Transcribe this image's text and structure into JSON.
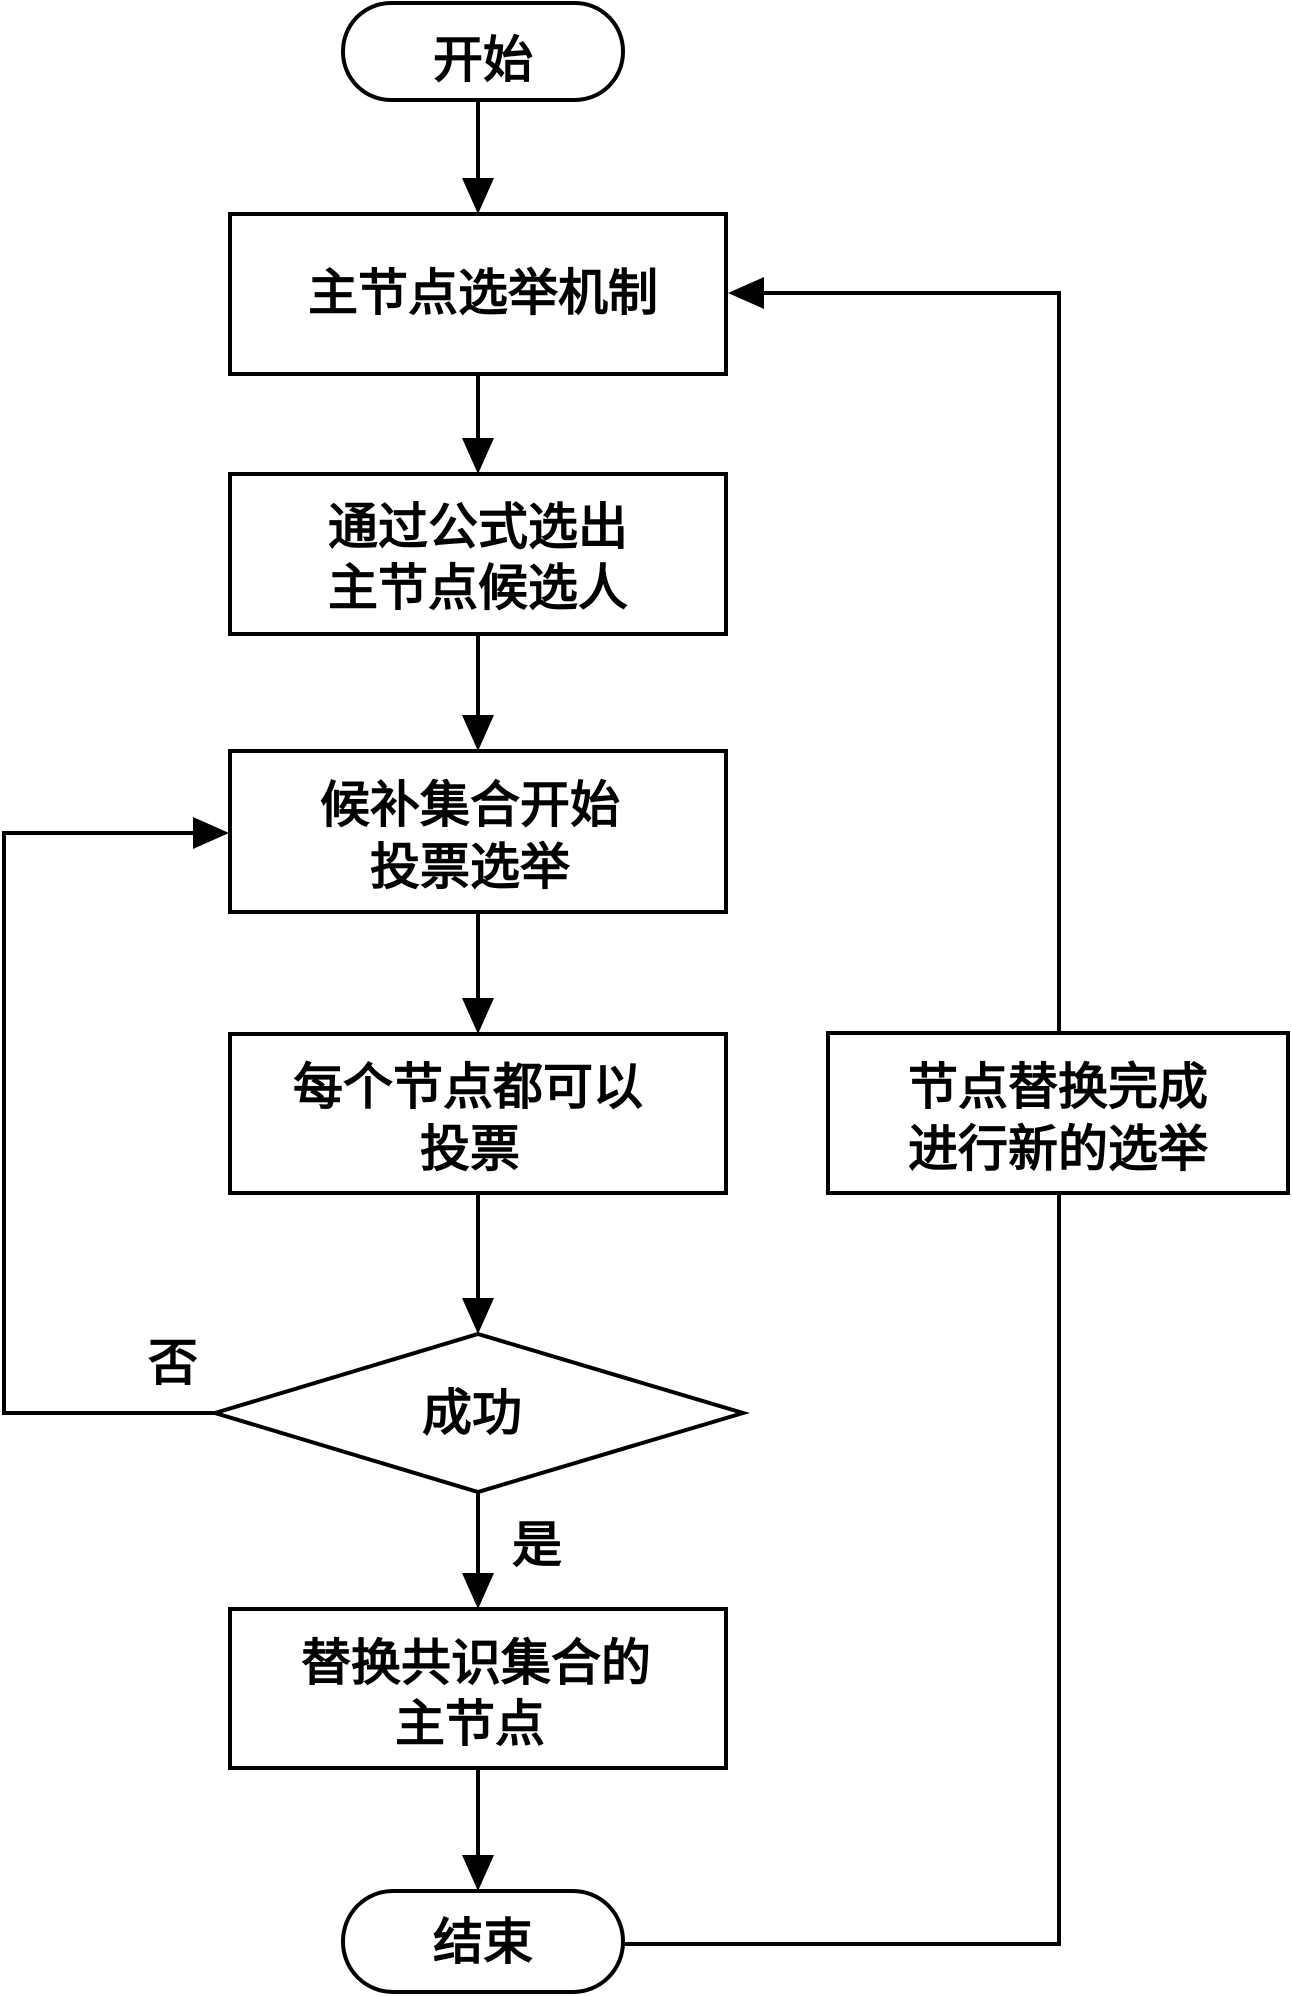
{
  "flowchart": {
    "start": "开始",
    "election_mechanism": "主节点选举机制",
    "select_candidate": [
      "通过公式选出",
      "主节点候选人"
    ],
    "candidate_vote": [
      "候补集合开始",
      "投票选举"
    ],
    "every_node_votes": [
      "每个节点都可以",
      "投票"
    ],
    "decision": "成功",
    "label_no": "否",
    "label_yes": "是",
    "replace_primary": [
      "替换共识集合的",
      "主节点"
    ],
    "end": "结束",
    "replacement_done": [
      "节点替换完成",
      "进行新的选举"
    ]
  }
}
